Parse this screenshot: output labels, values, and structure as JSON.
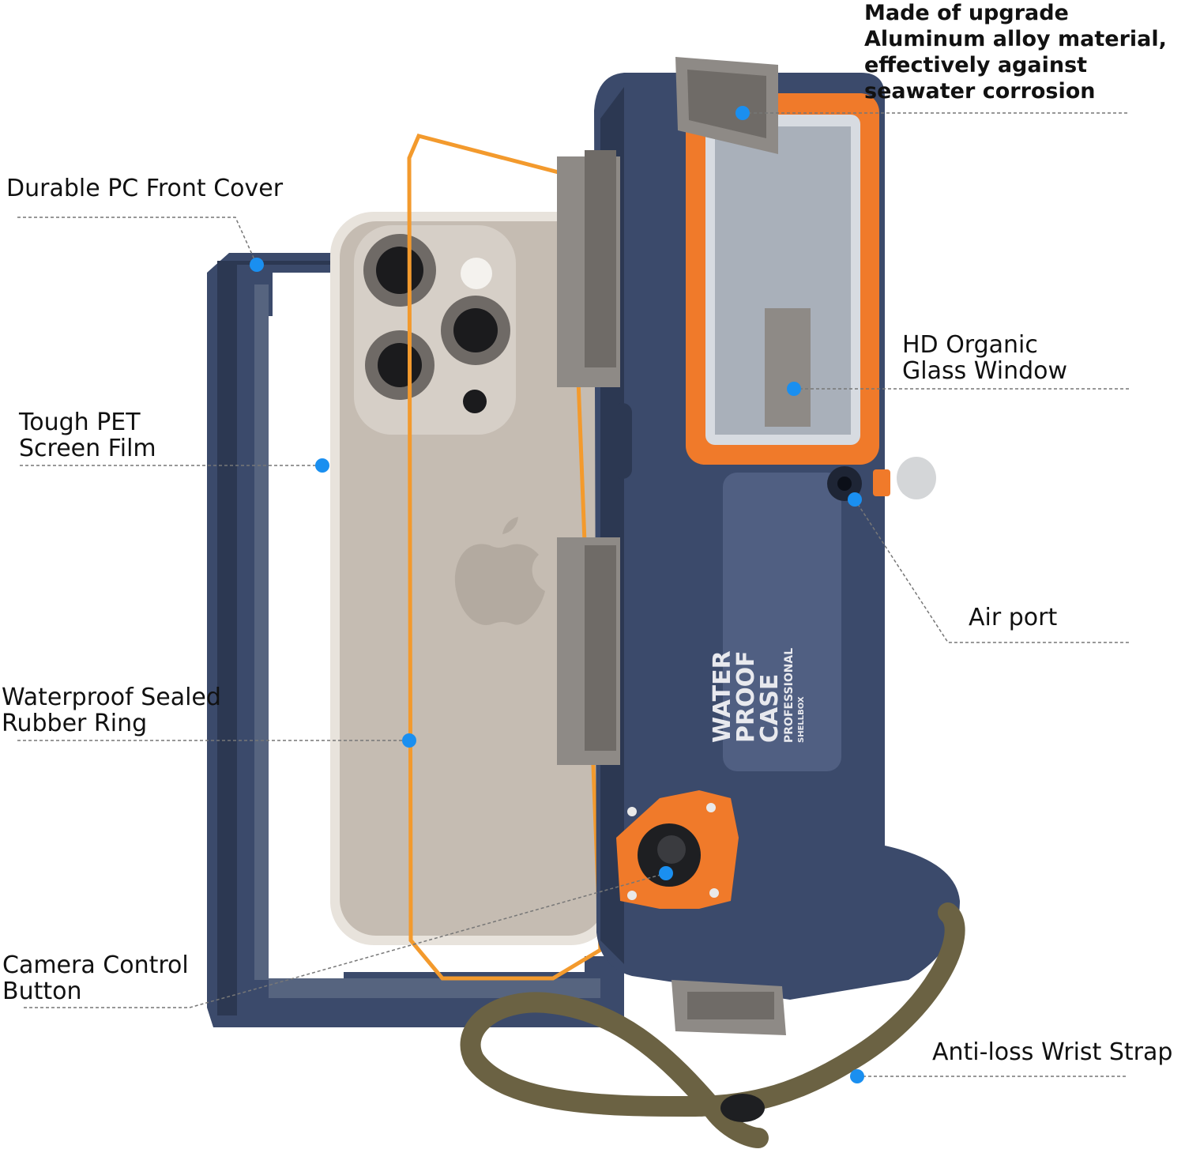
{
  "callouts": {
    "aluminum": [
      "Made of upgrade",
      "Aluminum alloy material,",
      "effectively against",
      "seawater corrosion"
    ],
    "front_cover": [
      "Durable PC Front Cover"
    ],
    "screen_film": [
      "Tough PET",
      "Screen Film"
    ],
    "glass_window": [
      "HD Organic",
      "Glass Window"
    ],
    "air_port": [
      "Air port"
    ],
    "rubber_ring": [
      "Waterproof Sealed",
      "Rubber Ring"
    ],
    "camera_button": [
      "Camera Control",
      "Button"
    ],
    "wrist_strap": [
      "Anti-loss Wrist Strap"
    ]
  },
  "case_badge": {
    "line1": "WATER",
    "line2": "PROOF",
    "line3": "CASE",
    "line4": "PROFESSIONAL",
    "brand": "SHELLBOX"
  },
  "colors": {
    "case_navy": "#3b4a6b",
    "accent_orange": "#f07a2a",
    "callout_dot": "#1a8ff0",
    "phone_titanium": "#c9c0b6",
    "metal_clip": "#8e8a86",
    "strap": "#6b6243"
  }
}
